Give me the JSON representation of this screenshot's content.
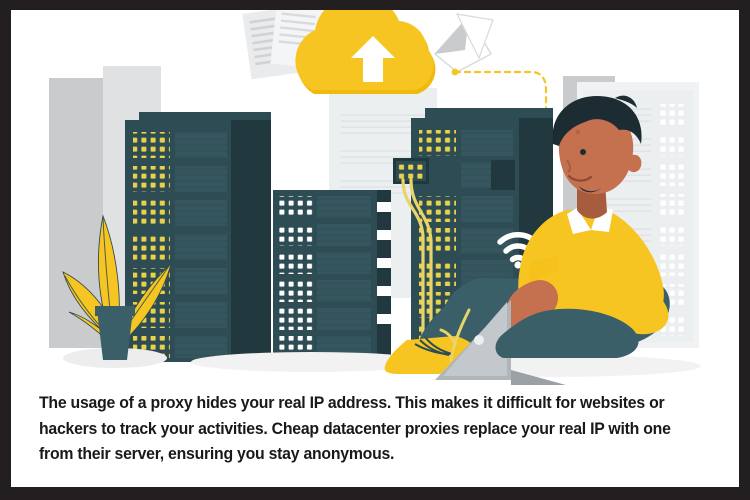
{
  "frame": {
    "border_color": "#231f20",
    "background": "#ffffff"
  },
  "illustration": {
    "name": "datacenter-proxy-illustration",
    "description": "Flat vector illustration of a man sitting with a laptop in front of datacenter server racks connected by a dashed line to a yellow cloud with an upload arrow",
    "palette": {
      "yellow": "#f7c522",
      "yellow_deep": "#f0b90b",
      "rack_dark": "#2e4c54",
      "rack_dark_side": "#22383f",
      "rack_panel": "#35565e",
      "rack_light": "#eceff0",
      "rack_light_dots": "#ffffff",
      "building_grey": "#c9cbcd",
      "building_grey_light": "#dfe1e3",
      "skin": "#c5714f",
      "skin_shadow": "#a85c3e",
      "hair": "#1d2b33",
      "laptop": "#b0b5ba",
      "laptop_light": "#d3d7da",
      "pants": "#3b5f68",
      "shadow": "#ededed",
      "white": "#ffffff",
      "text": "#191919"
    },
    "elements": {
      "cloud_label": "upload-cloud",
      "arrow_label": "upload-arrow",
      "wifi_label": "wifi-signal",
      "plant_label": "potted-plant",
      "person_label": "person-with-laptop",
      "dashed_link_label": "dashed-connection-line",
      "cable_label": "yellow-patch-cables",
      "papers_label": "floating-documents"
    }
  },
  "caption": {
    "text": "The usage of a proxy hides your real IP address. This makes it difficult for websites or hackers to track your activities. Cheap datacenter proxies replace your real IP with one from their server, ensuring you stay anonymous."
  }
}
